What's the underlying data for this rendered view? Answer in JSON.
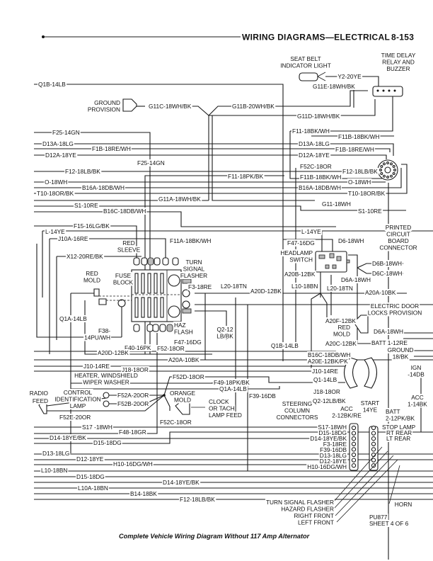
{
  "header": {
    "title": "WIRING DIAGRAMS—ELECTRICAL",
    "page_number": "8-153"
  },
  "caption": "Complete Vehicle Wiring Diagram Without 117 Amp Alternator",
  "sheet": {
    "code": "PU877",
    "sheet_label": "SHEET 4 OF 6"
  },
  "components": {
    "seat_belt_light": [
      "SEAT BELT",
      "INDICATOR LIGHT"
    ],
    "time_delay_relay": [
      "TIME DELAY",
      "RELAY AND",
      "BUZZER"
    ],
    "ground_provision": [
      "GROUND",
      "PROVISION"
    ],
    "printed_circuit": [
      "PRINTED",
      "CIRCUIT",
      "BOARD",
      "CONNECTOR"
    ],
    "red_sleeve": [
      "RED",
      "SLEEVE"
    ],
    "turn_signal_flasher": [
      "TURN",
      "SIGNAL",
      "FLASHER"
    ],
    "fuse_block": [
      "FUSE",
      "BLOCK"
    ],
    "red_mold_left": [
      "RED",
      "MOLD"
    ],
    "haz_flash": [
      "HAZ",
      "FLASH"
    ],
    "headlamp_switch": [
      "HEADLAMP",
      "SWITCH"
    ],
    "electric_door_locks": [
      "ELECTRIC DOOR",
      "LOCKS PROVISION"
    ],
    "red_mold_right": [
      "RED",
      "MOLD"
    ],
    "heater_washer": [
      "HEATER, WINDSHIELD",
      "WIPER WASHER"
    ],
    "control_lamp": [
      "CONTROL",
      "IDENTIFICATION",
      "LAMP"
    ],
    "radio_feed": [
      "RADIO",
      "FEED"
    ],
    "orange_mold": [
      "ORANGE",
      "MOLD"
    ],
    "clock_feed": [
      "CLOCK",
      "OR TACH",
      "LAMP FEED"
    ],
    "steering_connectors": [
      "STEERING",
      "COLUMN",
      "CONNECTORS"
    ],
    "horn": [
      "HORN"
    ],
    "batt_main": "BATT 1-12RE",
    "ground_18bk": [
      "GROUND",
      "18/BK"
    ],
    "ign": [
      "IGN",
      "-14DB"
    ],
    "acc_right": [
      "ACC",
      "1-14BK"
    ],
    "start": [
      "START",
      "14YE"
    ],
    "batt_low": [
      "BATT",
      "2-12PK/BK"
    ],
    "acc_left": [
      "ACC",
      "2-12BK/RE"
    ],
    "stop_lamp": "STOP LAMP",
    "rt_rear": "RT  REAR",
    "lt_rear": "LT  REAR",
    "flasher_labels": [
      "TURN SIGNAL FLASHER",
      "HAZARD FLASHER",
      "RIGHT FRONT",
      "LEFT FRONT"
    ]
  },
  "wires": {
    "q1b_top": "Q1B-14LB",
    "y2": "Y2-20YE",
    "g11e": "G11E-18WH/BK",
    "g11c": "G11C-18WH/BK",
    "g11b": "G11B-20WH/BK",
    "g11d": "G11D-18WH/BK",
    "f11": "F11-18BK/WH",
    "f11b_top": "F11B-18BK/WH",
    "f25_left": "F25-14GN",
    "f25_mid": "F25-14GN",
    "d13a_left": "D13A-18LG",
    "d13a_right": "D13A-18LG",
    "f1b_left": "F1B-18RE/WH",
    "f1b_right": "F1B-18RE/WH",
    "d12a_left": "D12A-18YE",
    "d12a_right": "D12A-18YE",
    "f52c_top": "F52C-18OR",
    "f12_left": "F12-18LB/BK",
    "f12_right": "F12-18LB/BK",
    "f11_pk": "F11-18PK/BK",
    "f11b_right": "F11B-18BK/WH",
    "o18_left": "O-18WH",
    "o18_right": "O-18WH",
    "b16a_left": "B16A-18DB/WH",
    "b16a_right": "B16A-18DB/WH",
    "t10_left": "T10-18OR/BK",
    "t10_right": "T10-18OR/BK",
    "g11a": "G11A-18WH/BK",
    "g11": "G11-18WH",
    "s1_left": "S1-10RE",
    "s1_right": "S1-10RE",
    "b16c_left": "B16C-18DB/WH",
    "f15": "F15-16LG/BK",
    "l14ye_left": "L-14YE",
    "l14ye_right": "L-14YE",
    "j10a": "J10A-16RE",
    "f11a": "F11A-18BK/WH",
    "x12": "X12-20RE/BK",
    "f47_top": "F47-16DG",
    "d6": "D6-18WH",
    "f3_top": "F3-18RE",
    "d6b": "D6B-18WH",
    "d6c": "D6C-18WH",
    "a20b": "A20B-12BK",
    "d6a_top": "D6A-18WH",
    "l20_left": "L20-18TN",
    "a20d_mid": "A20D-12BK",
    "l10": "L10-18BN",
    "l20_right": "L20-18TN",
    "a20a_right": "A20A-10BK",
    "q1a_left": "Q1A-14LB",
    "f38": [
      "F38-",
      "14PU/WH"
    ],
    "a20f": "A20F-12BK",
    "d6a_bottom": "D6A-18WH",
    "q2_mid": [
      "Q2-12",
      "LB/BK"
    ],
    "f47_bottom": "F47-16DG",
    "f40": "F40-16PK",
    "f52_mid": "F52-18OR",
    "a20c": "A20C-12BK",
    "q1b_mid": "Q1B-14LB",
    "a20d_left": "A20D-12BK",
    "b16c_right": "B16C-18DB/WH",
    "a20a_mid": "A20A-10BK",
    "a20e": "A20E-12BK/PK",
    "j10_left": "J10-14RE",
    "j10_right": "J10-14RE",
    "j18_left": "J18-18OR",
    "q1": "Q1-14LB",
    "f52d": "F52D-18OR",
    "f49": "F49-18PK/BK",
    "q1a_mid": "Q1A-14LB",
    "j18_right": "J18-18OR",
    "f39_mid": "F39-16DB",
    "q2_right": "Q2-12LB/BK",
    "f52a": "F52A-20OR",
    "f52b": "F52B-20OR",
    "f52e": "F52E-20OR",
    "f52c_bottom": "F52C-18OR",
    "s17_left": "S17 -18WH",
    "f48": "F48-18GR",
    "d14_left": "D14-18YE/BK",
    "d15_left": "D15-18DG",
    "d13_left": "D13-18LG",
    "d12_left": "D12-18YE",
    "h10_left": "H10-16DG/WH",
    "l10_left": "L10-18BN",
    "d15_low": "D15-18DG",
    "d14_low": "D14-18YE/BK",
    "l10a": "L10A-18BN",
    "b14": "B14-18BK",
    "f12_low": "F12-18LB/BK",
    "conn_pins": [
      "S17-18WH",
      "D15-18DG",
      "D14-18YE/BK",
      "F3-18RE",
      "F39-16DB",
      "D13-18LG",
      "D12-18YE",
      "H10-16DG/WH"
    ]
  }
}
